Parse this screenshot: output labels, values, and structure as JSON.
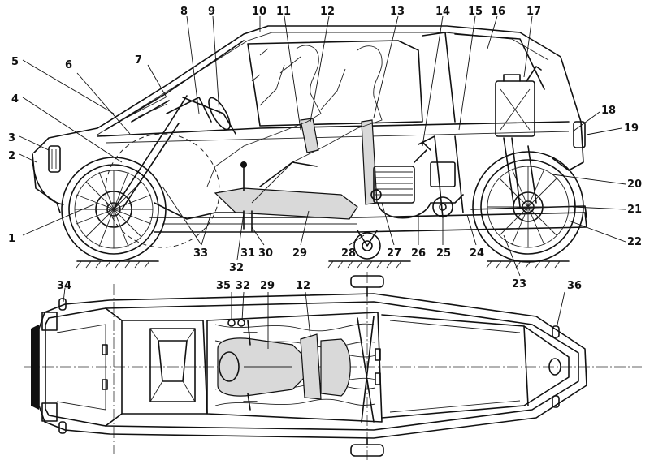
{
  "labels": {
    "side": [
      {
        "id": "1",
        "text": "1"
      },
      {
        "id": "2",
        "text": "2"
      },
      {
        "id": "3",
        "text": "3"
      },
      {
        "id": "4",
        "text": "4"
      },
      {
        "id": "5",
        "text": "5"
      },
      {
        "id": "6",
        "text": "6"
      },
      {
        "id": "7",
        "text": "7"
      },
      {
        "id": "8",
        "text": "8"
      },
      {
        "id": "9",
        "text": "9"
      },
      {
        "id": "10",
        "text": "10"
      },
      {
        "id": "11",
        "text": "11"
      },
      {
        "id": "12",
        "text": "12"
      },
      {
        "id": "13",
        "text": "13"
      },
      {
        "id": "14",
        "text": "14"
      },
      {
        "id": "15",
        "text": "15"
      },
      {
        "id": "16",
        "text": "16"
      },
      {
        "id": "17",
        "text": "17"
      },
      {
        "id": "18",
        "text": "18"
      },
      {
        "id": "19",
        "text": "19"
      },
      {
        "id": "20",
        "text": "20"
      },
      {
        "id": "21",
        "text": "21"
      },
      {
        "id": "22",
        "text": "22"
      },
      {
        "id": "23",
        "text": "23"
      },
      {
        "id": "24",
        "text": "24"
      },
      {
        "id": "25",
        "text": "25"
      },
      {
        "id": "26",
        "text": "26"
      },
      {
        "id": "27",
        "text": "27"
      },
      {
        "id": "28",
        "text": "28"
      },
      {
        "id": "29",
        "text": "29"
      },
      {
        "id": "30",
        "text": "30"
      },
      {
        "id": "31",
        "text": "31"
      },
      {
        "id": "32",
        "text": "32"
      },
      {
        "id": "33",
        "text": "33"
      }
    ],
    "top": [
      {
        "id": "34",
        "text": "34"
      },
      {
        "id": "35",
        "text": "35"
      },
      {
        "id": "32t",
        "text": "32"
      },
      {
        "id": "29t",
        "text": "29"
      },
      {
        "id": "12t",
        "text": "12"
      },
      {
        "id": "36",
        "text": "36"
      }
    ]
  }
}
